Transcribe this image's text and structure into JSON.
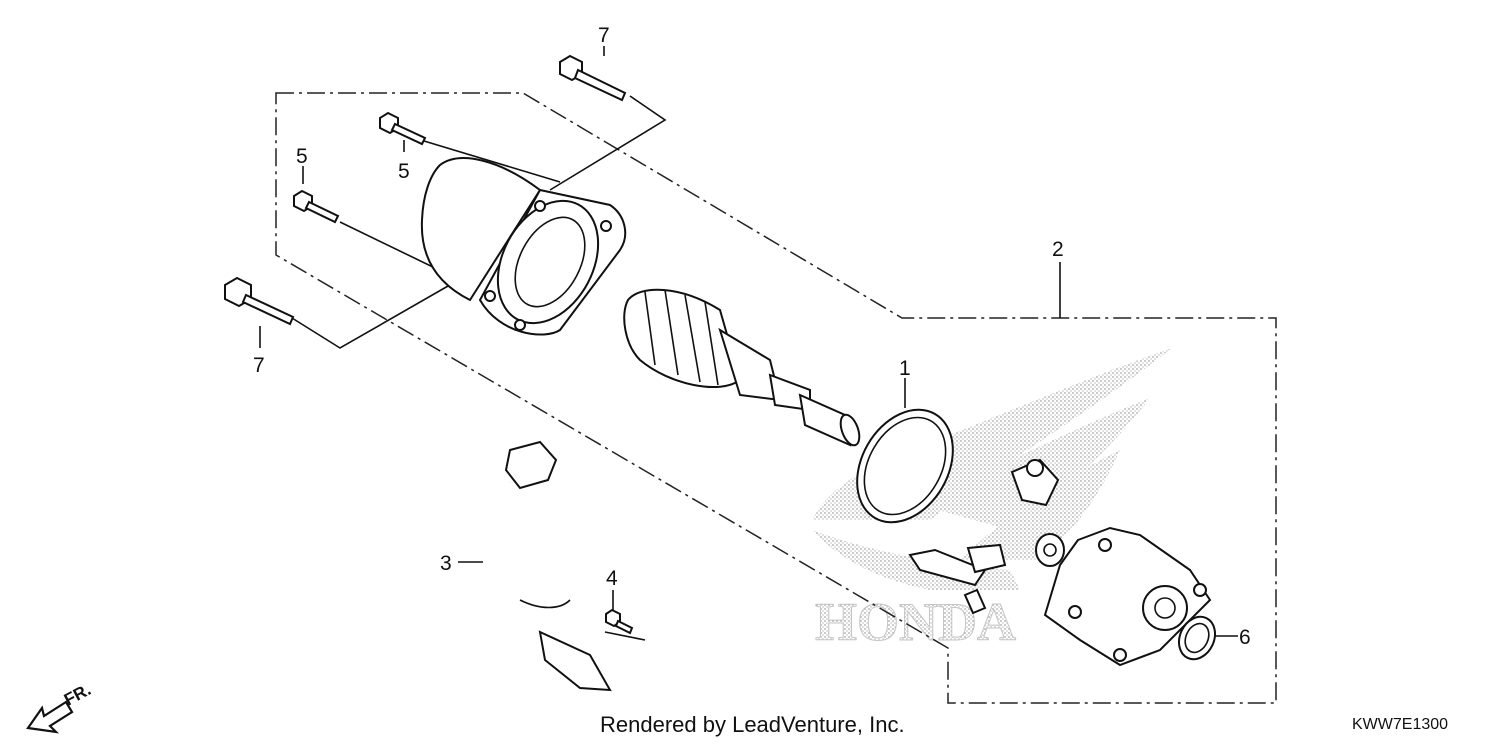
{
  "callouts": {
    "c1": "1",
    "c2": "2",
    "c3": "3",
    "c4": "4",
    "c5a": "5",
    "c5b": "5",
    "c6": "6",
    "c7a": "7",
    "c7b": "7"
  },
  "direction_label": "FR.",
  "watermark_text": "HONDA",
  "footer": {
    "credit": "Rendered by LeadVenture, Inc.",
    "diagram_code": "KWW7E1300"
  }
}
